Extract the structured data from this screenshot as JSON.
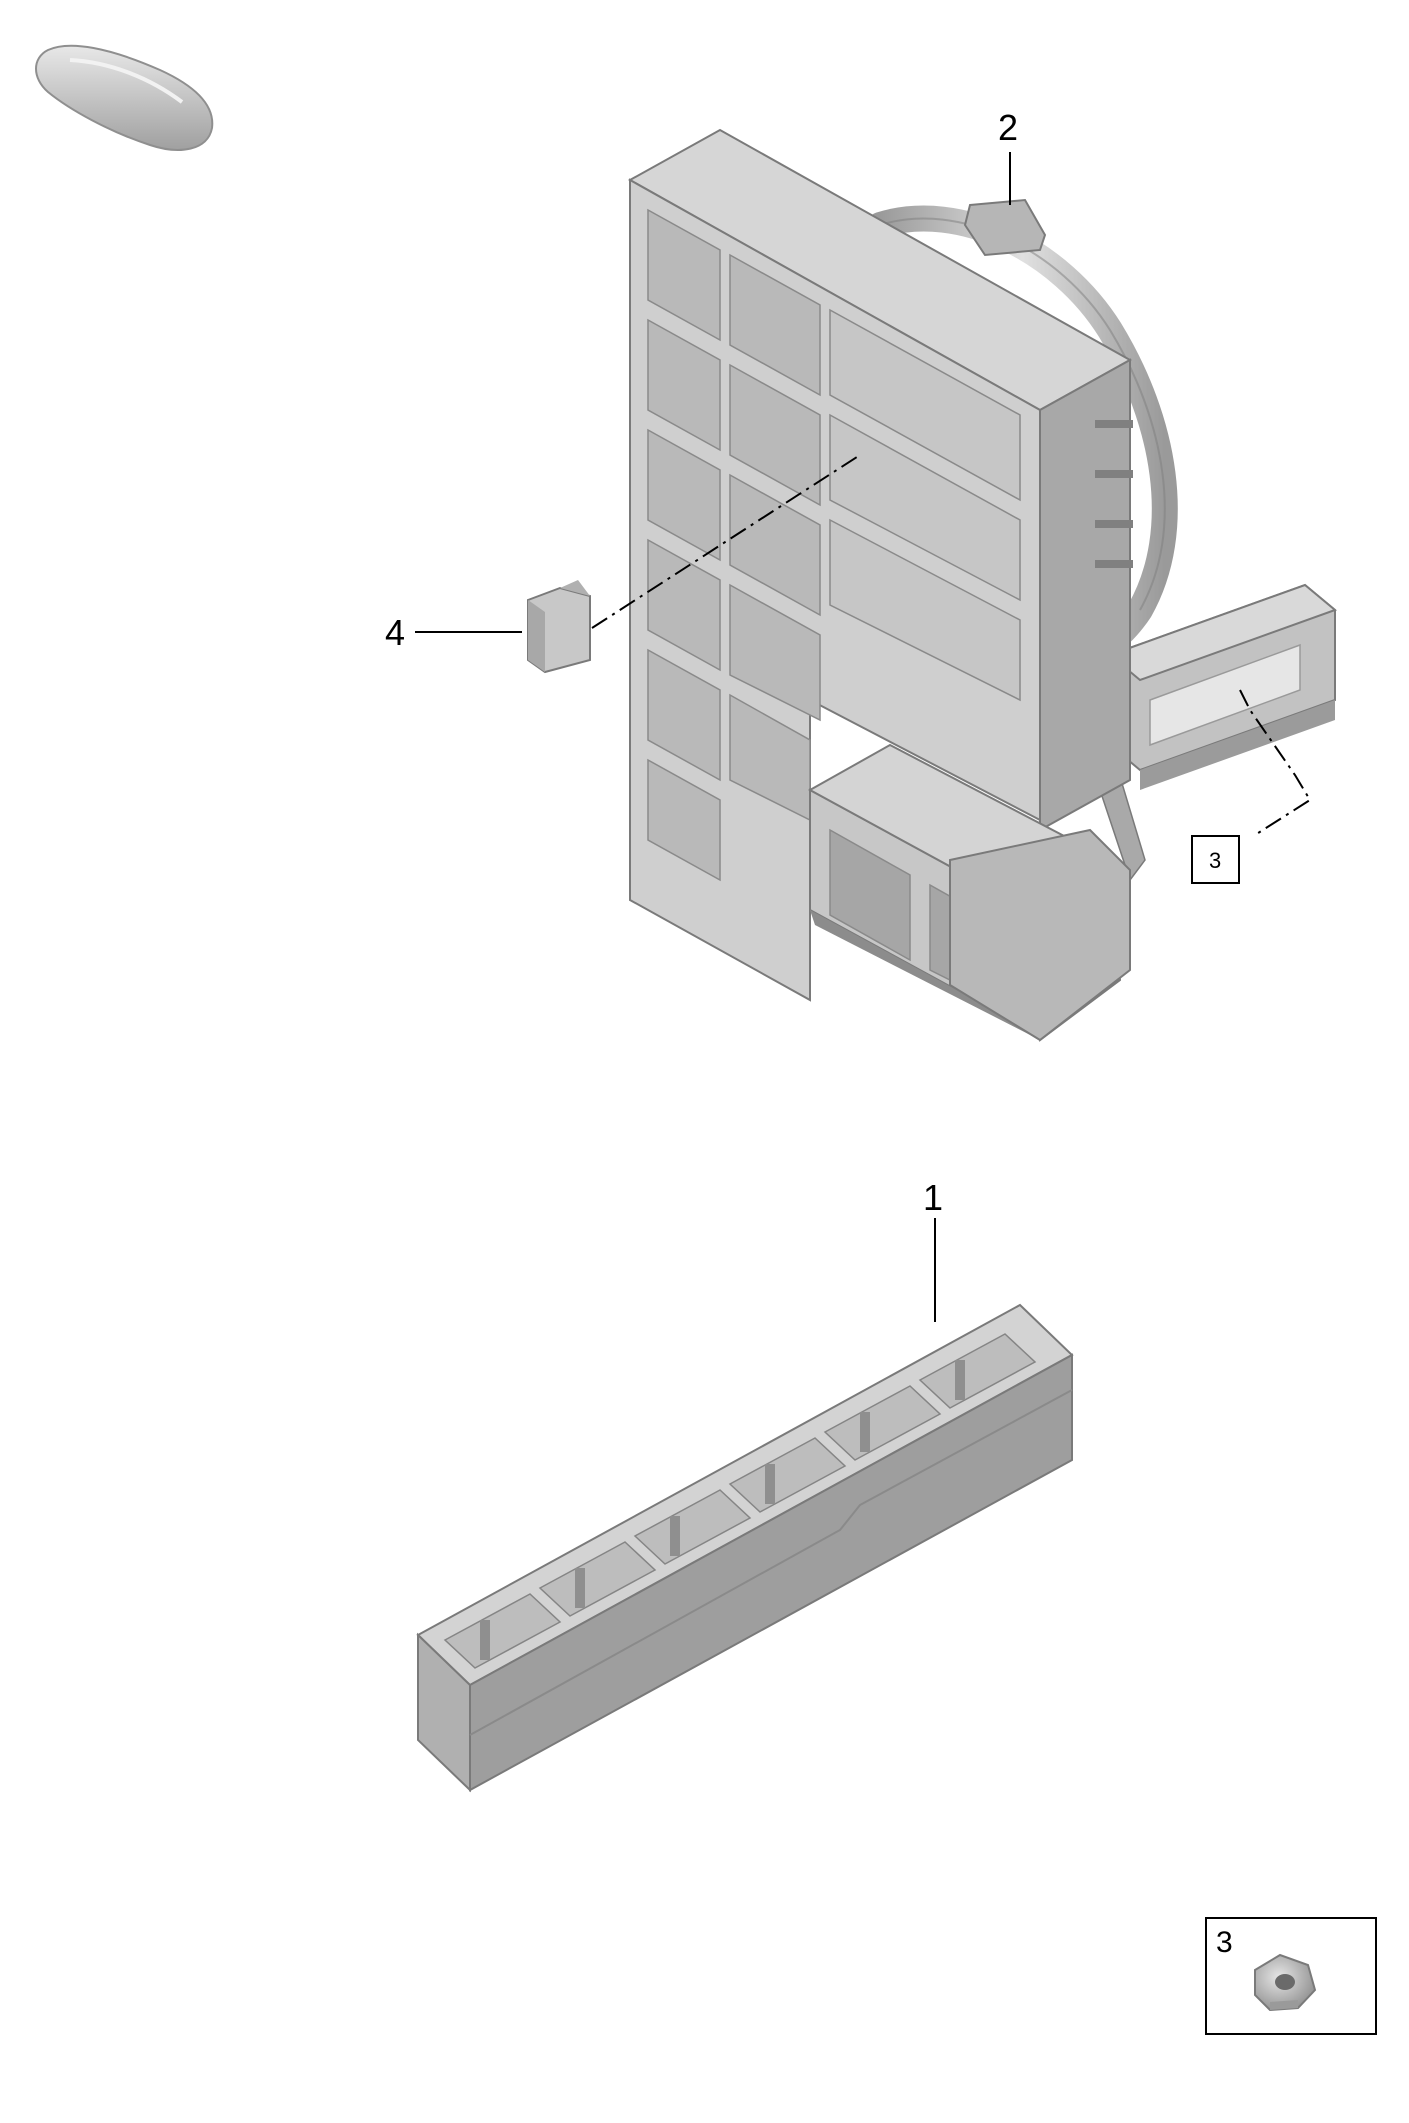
{
  "diagram": {
    "callouts": {
      "item_1": "1",
      "item_2": "2",
      "item_3_ref": "3",
      "item_3_inset": "3",
      "item_4": "4"
    },
    "colors": {
      "part_light": "#d4d4d4",
      "part_mid": "#b3b3b3",
      "part_dark": "#8c8c8c",
      "part_darker": "#6f6f6f",
      "outline": "#7a7a7a",
      "line": "#000000"
    }
  }
}
